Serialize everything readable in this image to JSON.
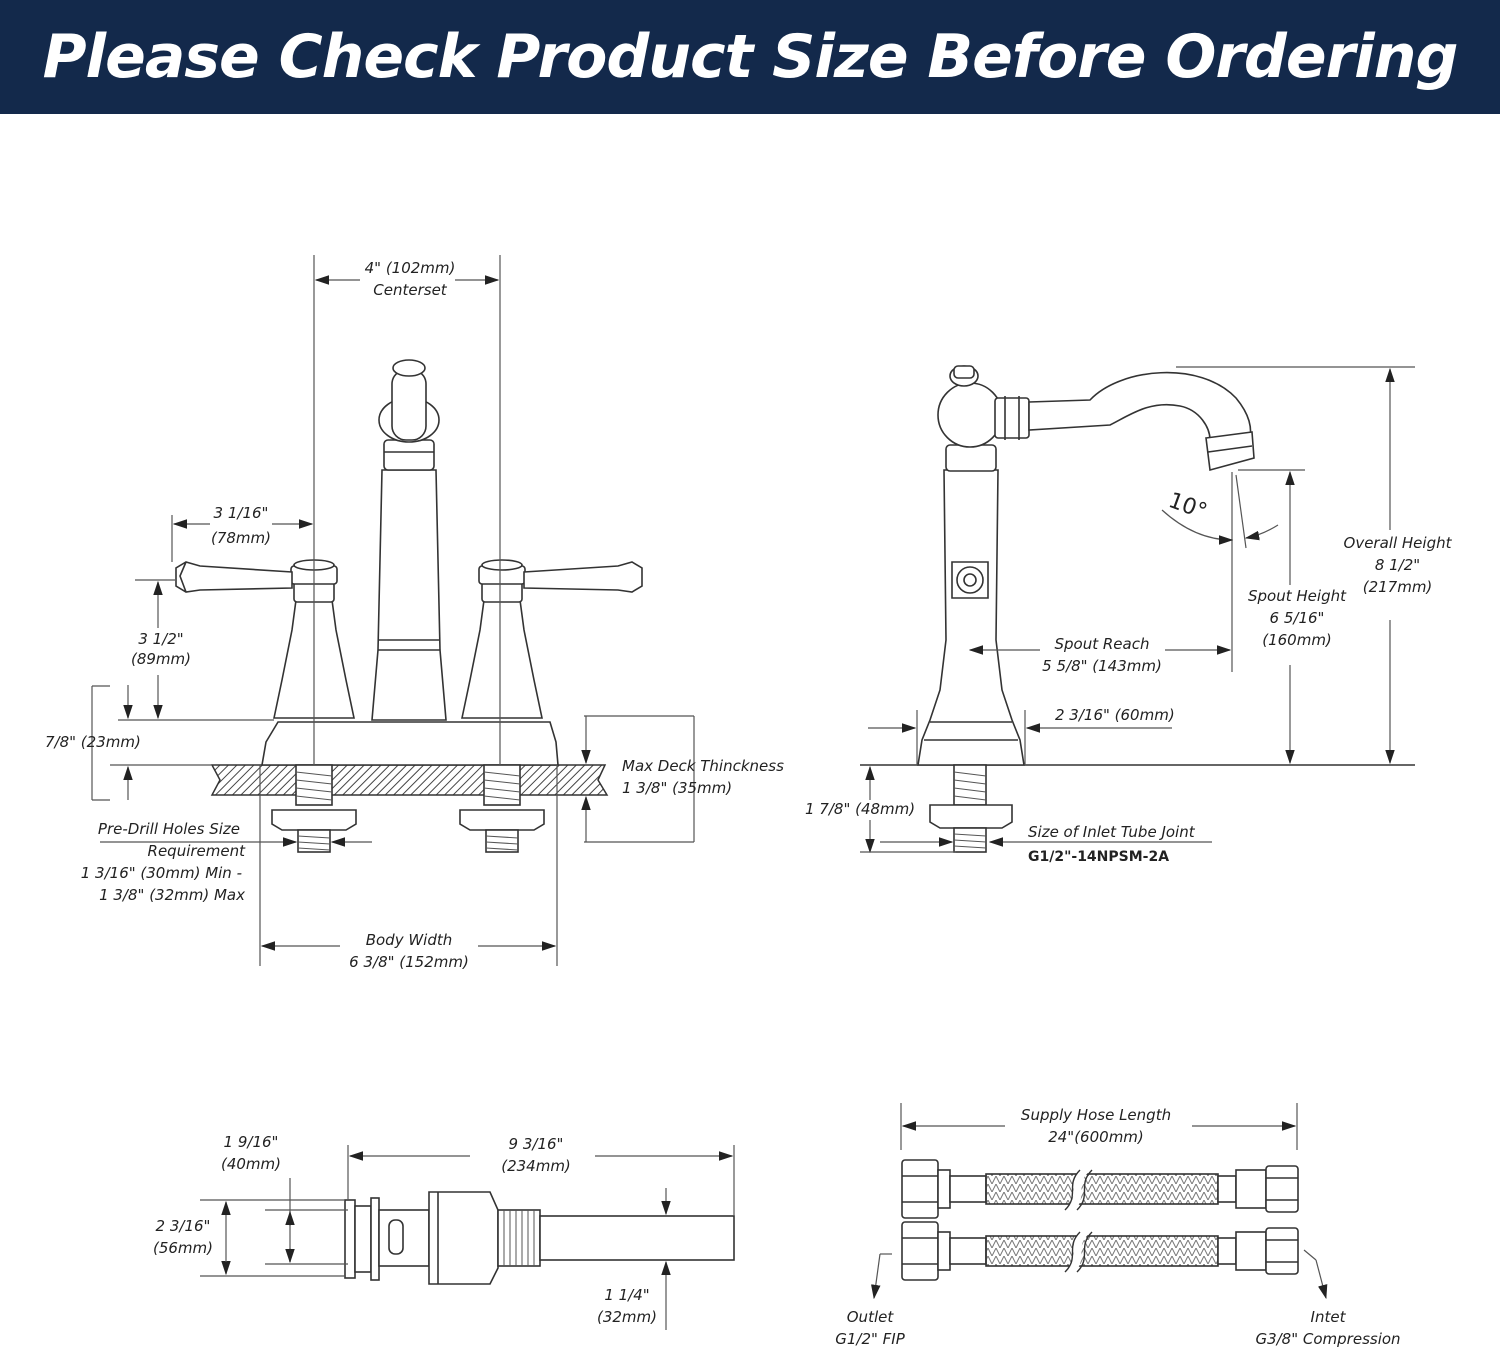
{
  "header": {
    "title": "Please Check Product Size Before Ordering"
  },
  "labels": {
    "centerset": [
      "4\" (102mm)",
      "Centerset"
    ],
    "handle_spread": [
      "3 1/16\"",
      "(78mm)"
    ],
    "handle_height": [
      "3 1/2\"",
      "(89mm)"
    ],
    "base_height": "7/8\" (23mm)",
    "deck_thickness": [
      "Max Deck Thinckness",
      "1 3/8\" (35mm)"
    ],
    "predrill": [
      "Pre-Drill Holes Size",
      "Requirement",
      "1 3/16\" (30mm) Min -",
      "1 3/8\" (32mm) Max"
    ],
    "body_width": [
      "Body Width",
      "6 3/8\" (152mm)"
    ],
    "angle": "10°",
    "overall_height": [
      "Overall Height",
      "8 1/2\"",
      "(217mm)"
    ],
    "spout_height": [
      "Spout Height",
      "6 5/16\"",
      "(160mm)"
    ],
    "spout_reach": [
      "Spout Reach",
      "5 5/8\" (143mm)"
    ],
    "base_diameter": "2 3/16\" (60mm)",
    "shank_length": "1 7/8\" (48mm)",
    "inlet_joint": [
      "Size of Inlet Tube Joint",
      "G1/2\"-14NPSM-2A"
    ],
    "drain_flange": [
      "1 9/16\"",
      "(40mm)"
    ],
    "drain_length": [
      "9 3/16\"",
      "(234mm)"
    ],
    "drain_height": [
      "2 3/16\"",
      "(56mm)"
    ],
    "drain_pipe": [
      "1 1/4\"",
      "(32mm)"
    ],
    "hose_length": [
      "Supply Hose Length",
      "24\"(600mm)"
    ],
    "outlet": [
      "Outlet",
      "G1/2\" FIP"
    ],
    "inlet": [
      "Intet",
      "G3/8\" Compression"
    ]
  }
}
